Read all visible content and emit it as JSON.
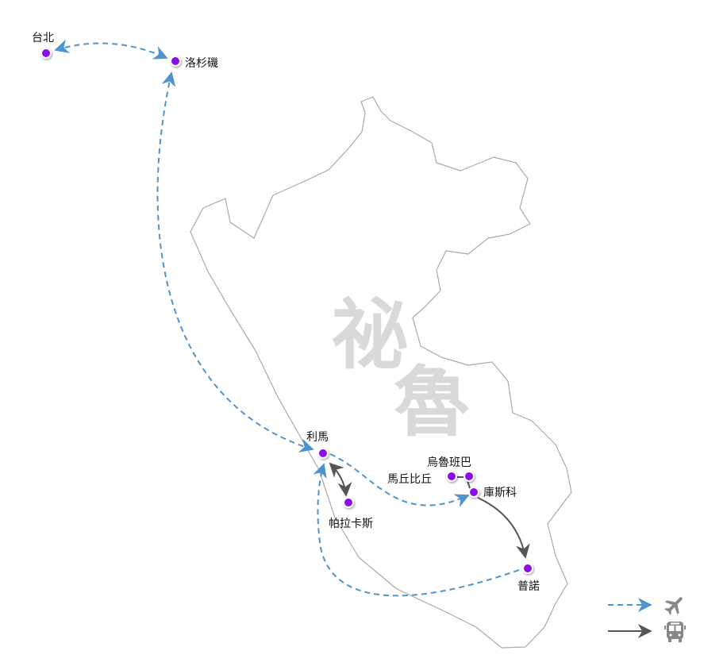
{
  "title_watermark": [
    "祕",
    "魯"
  ],
  "cities": [
    {
      "id": "taipei",
      "name": "台北"
    },
    {
      "id": "los-angeles",
      "name": "洛杉磯"
    },
    {
      "id": "lima",
      "name": "利馬"
    },
    {
      "id": "paracas",
      "name": "帕拉卡斯"
    },
    {
      "id": "machu-picchu",
      "name": "馬丘比丘"
    },
    {
      "id": "urubamba",
      "name": "烏魯班巴"
    },
    {
      "id": "cusco",
      "name": "庫斯科"
    },
    {
      "id": "puno",
      "name": "普諾"
    }
  ],
  "routes": [
    {
      "from": "台北",
      "to": "洛杉磯",
      "mode": "flight",
      "bidirectional": true
    },
    {
      "from": "洛杉磯",
      "to": "利馬",
      "mode": "flight",
      "bidirectional": true
    },
    {
      "from": "利馬",
      "to": "庫斯科",
      "mode": "flight"
    },
    {
      "from": "普諾",
      "to": "利馬",
      "mode": "flight"
    },
    {
      "from": "利馬",
      "to": "帕拉卡斯",
      "mode": "bus",
      "bidirectional": true
    },
    {
      "from": "馬丘比丘",
      "to": "烏魯班巴",
      "mode": "bus"
    },
    {
      "from": "烏魯班巴",
      "to": "庫斯科",
      "mode": "bus"
    },
    {
      "from": "庫斯科",
      "to": "普諾",
      "mode": "bus"
    }
  ],
  "legend": [
    {
      "mode": "flight",
      "icon": "airplane-icon"
    },
    {
      "mode": "bus",
      "icon": "bus-icon"
    }
  ],
  "colors": {
    "flight": "#4f93cc",
    "bus": "#555555",
    "city": "#8b10e8",
    "outline": "#aaaaaa",
    "watermark": "#d9d9d9"
  }
}
